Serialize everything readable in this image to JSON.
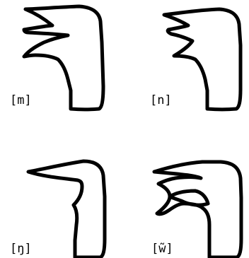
{
  "panels": [
    {
      "label": "[m]"
    },
    {
      "label": "[n]"
    },
    {
      "label": "[ŋ]"
    },
    {
      "label": "[w̃]"
    }
  ]
}
